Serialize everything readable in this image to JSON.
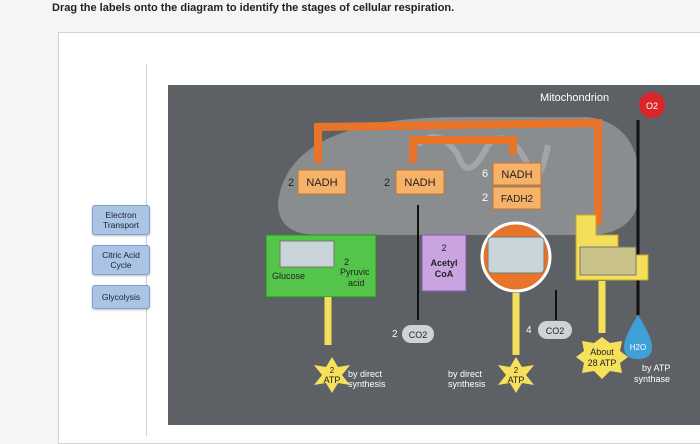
{
  "instruction": "Drag the labels onto the diagram to identify the stages of cellular respiration.",
  "labels": [
    "Electron Transport",
    "Citric Acid Cycle",
    "Glycolysis"
  ],
  "diagram": {
    "mitochondrion": "Mitochondrion",
    "o2": "O2",
    "nadh_1_count": "2",
    "nadh_1": "NADH",
    "nadh_2_count": "2",
    "nadh_2": "NADH",
    "nadh_3_count": "6",
    "nadh_3": "NADH",
    "fadh_count": "2",
    "fadh": "FADH2",
    "glucose": "Glucose",
    "pyruvic_count": "2",
    "pyruvic_line1": "Pyruvic",
    "pyruvic_line2": "acid",
    "acetyl_count": "2",
    "acetyl_line1": "Acetyl",
    "acetyl_line2": "CoA",
    "co2_a_count": "2",
    "co2_a": "CO2",
    "co2_b_count": "4",
    "co2_b": "CO2",
    "atp1_count": "2",
    "atp1": "ATP",
    "direct1_line1": "by direct",
    "direct1_line2": "synthesis",
    "direct2_line1": "by direct",
    "direct2_line2": "synthesis",
    "atp2_count": "2",
    "atp2": "ATP",
    "about_line1": "About",
    "about_line2": "28 ATP",
    "h2o": "H2O",
    "byatp_line1": "by ATP",
    "byatp_line2": "synthase"
  }
}
